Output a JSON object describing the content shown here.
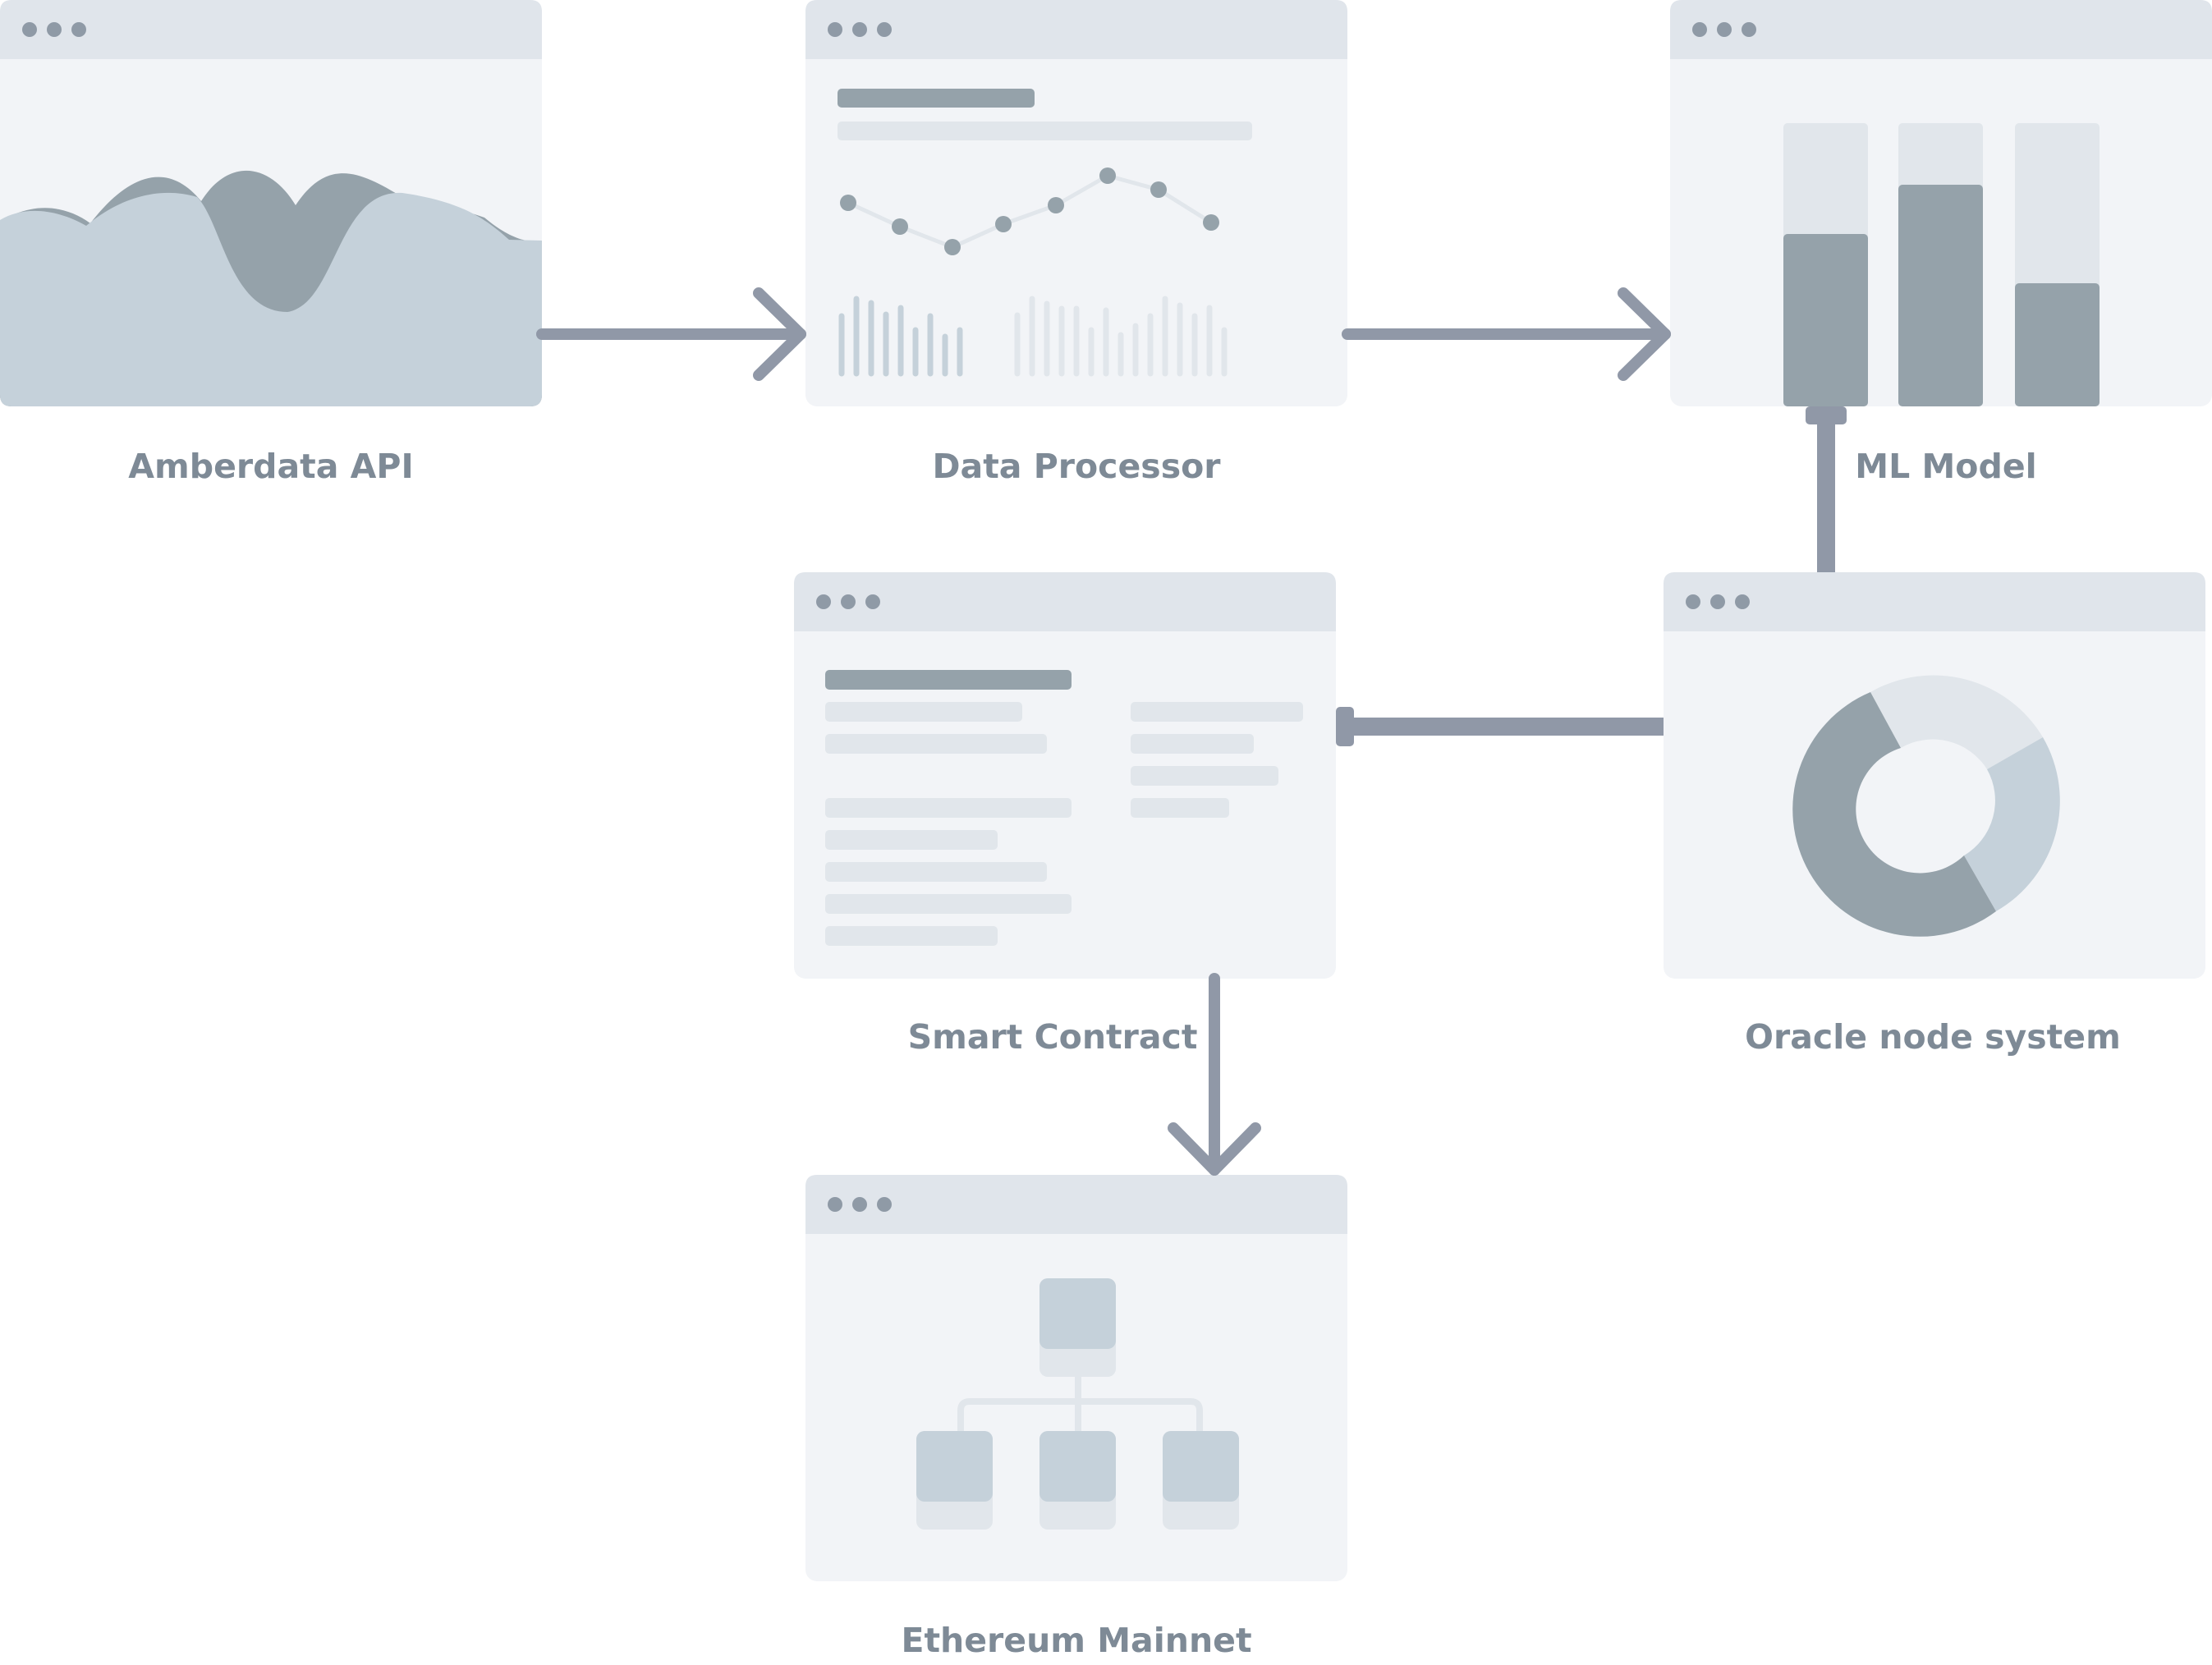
{
  "nodes": {
    "amberdata_api": {
      "label": "Amberdata API"
    },
    "data_processor": {
      "label": "Data Processor"
    },
    "ml_model": {
      "label": "ML Model"
    },
    "oracle_node_system": {
      "label": "Oracle node system"
    },
    "smart_contract": {
      "label": "Smart Contract"
    },
    "ethereum_mainnet": {
      "label": "Ethereum Mainnet"
    }
  },
  "edges": [
    {
      "from": "Amberdata API",
      "to": "Data Processor",
      "style": "arrow"
    },
    {
      "from": "Data Processor",
      "to": "ML Model",
      "style": "arrow"
    },
    {
      "from": "ML Model",
      "to": "Oracle node system",
      "style": "connector"
    },
    {
      "from": "Oracle node system",
      "to": "Smart Contract",
      "style": "connector"
    },
    {
      "from": "Smart Contract",
      "to": "Ethereum Mainnet",
      "style": "arrow"
    }
  ],
  "colors": {
    "window_body": "#f2f4f7",
    "window_titlebar": "#e0e5eb",
    "titlebar_dots": "#8f9aa6",
    "connector": "#9098a7",
    "placeholder_dark": "#95a2aa",
    "placeholder_mid": "#c5d1da",
    "placeholder_light": "#e1e6eb",
    "label_text": "#7e8a96"
  },
  "icons": {
    "amberdata_api": "wave-chart-icon",
    "data_processor": "line-and-bars-chart-icon",
    "ml_model": "bar-chart-icon",
    "oracle_node_system": "donut-chart-icon",
    "smart_contract": "document-text-icon",
    "ethereum_mainnet": "network-tree-icon"
  }
}
